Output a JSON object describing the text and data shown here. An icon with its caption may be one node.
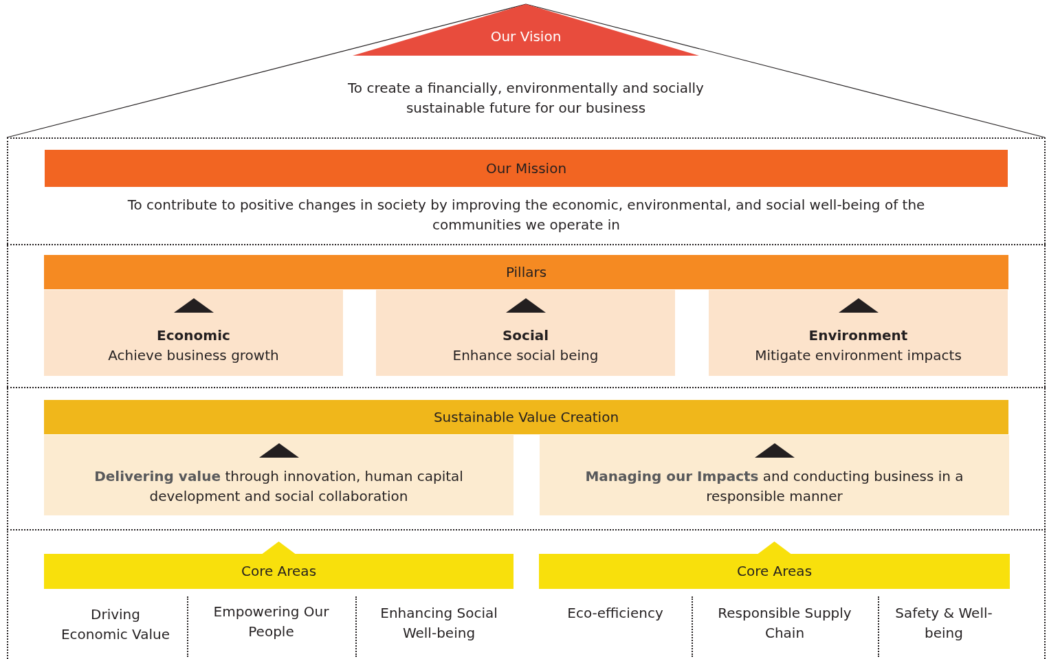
{
  "diagram": {
    "nodes": [
      {
        "text": [
          "Our Vision",
          "To create a financially, environmentally and socially sustainable future for our business"
        ]
      },
      {
        "text": [
          "Our Mission",
          "To contribute to positive changes in society by improving the economic, environmental, and social well-being of the communities we operate in"
        ]
      },
      {
        "text": [
          "Pillars"
        ]
      },
      {
        "text": [
          "Economic",
          "Achieve business growth"
        ]
      },
      {
        "text": [
          "Social",
          "Enhance social being"
        ]
      },
      {
        "text": [
          "Environment",
          "Mitigate environment impacts"
        ]
      },
      {
        "text": [
          "Sustainable Value Creation"
        ]
      },
      {
        "text": [
          "**Delivering value** through innovation, human capital development and social collaboration"
        ]
      },
      {
        "text": [
          "**Managing our Impacts** and conducting business in a responsible manner"
        ]
      },
      {
        "text": [
          "Core Areas"
        ]
      },
      {
        "text": [
          "Core Areas"
        ]
      }
    ],
    "edges": [],
    "labels": [
      "Driving Economic Value",
      "Empowering Our People",
      "Enhancing Social Well-being",
      "Eco-efficiency",
      "Responsible Supply Chain",
      "Safety & Well-being"
    ]
  }
}
